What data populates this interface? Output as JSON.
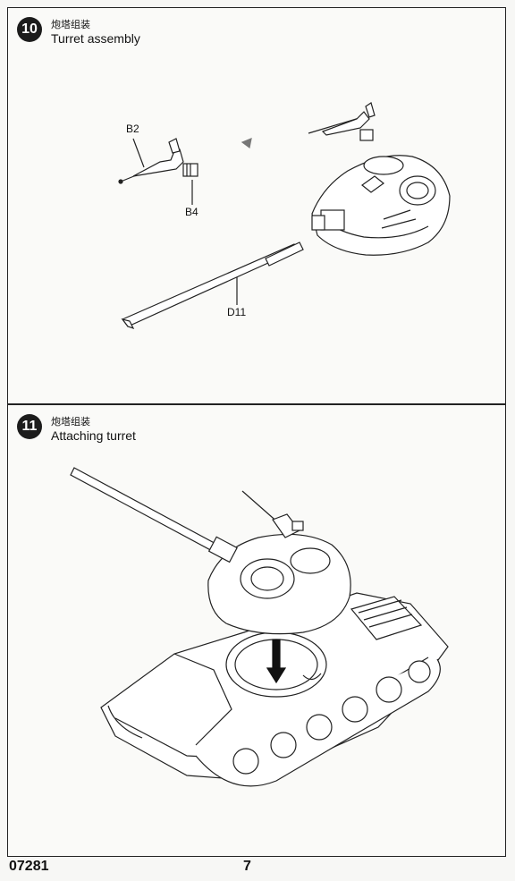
{
  "steps": [
    {
      "number": "10",
      "title_cn": "炮塔组装",
      "title_en": "Turret assembly",
      "part_labels": {
        "b2": "B2",
        "b4": "B4",
        "d11": "D11"
      }
    },
    {
      "number": "11",
      "title_cn": "炮塔组装",
      "title_en": "Attaching turret"
    }
  ],
  "footer": {
    "code": "07281",
    "page": "7"
  }
}
